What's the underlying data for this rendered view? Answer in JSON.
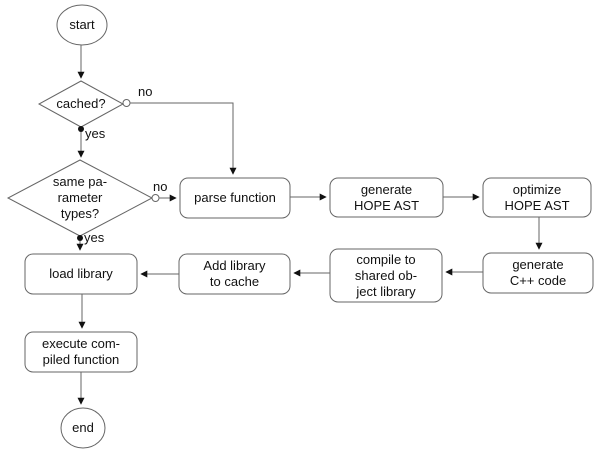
{
  "diagram": {
    "type": "flowchart",
    "colors": {
      "background": "#ffffff",
      "line": "#666666",
      "arrow": "#111111",
      "node_fill": "#ffffff",
      "text": "#111111"
    },
    "nodes": {
      "start": {
        "label": "start",
        "shape": "ellipse"
      },
      "cached": {
        "label": "cached?",
        "shape": "diamond"
      },
      "same_parameter_types": {
        "label": "same pa-\nrameter\ntypes?",
        "shape": "diamond"
      },
      "parse_function": {
        "label": "parse function",
        "shape": "rounded-rect"
      },
      "generate_hope_ast": {
        "label": "generate\nHOPE AST",
        "shape": "rounded-rect"
      },
      "optimize_hope_ast": {
        "label": "optimize\nHOPE AST",
        "shape": "rounded-rect"
      },
      "generate_cpp_code": {
        "label": "generate\nC++ code",
        "shape": "rounded-rect"
      },
      "compile_to_shared_object_library": {
        "label": "compile to\nshared ob-\nject library",
        "shape": "rounded-rect"
      },
      "add_library_to_cache": {
        "label": "Add library\nto cache",
        "shape": "rounded-rect"
      },
      "load_library": {
        "label": "load library",
        "shape": "rounded-rect"
      },
      "execute_compiled_function": {
        "label": "execute com-\npiled function",
        "shape": "rounded-rect"
      },
      "end": {
        "label": "end",
        "shape": "ellipse"
      }
    },
    "edge_labels": {
      "cached_no": "no",
      "cached_yes": "yes",
      "same_parameter_types_no": "no",
      "same_parameter_types_yes": "yes"
    }
  }
}
